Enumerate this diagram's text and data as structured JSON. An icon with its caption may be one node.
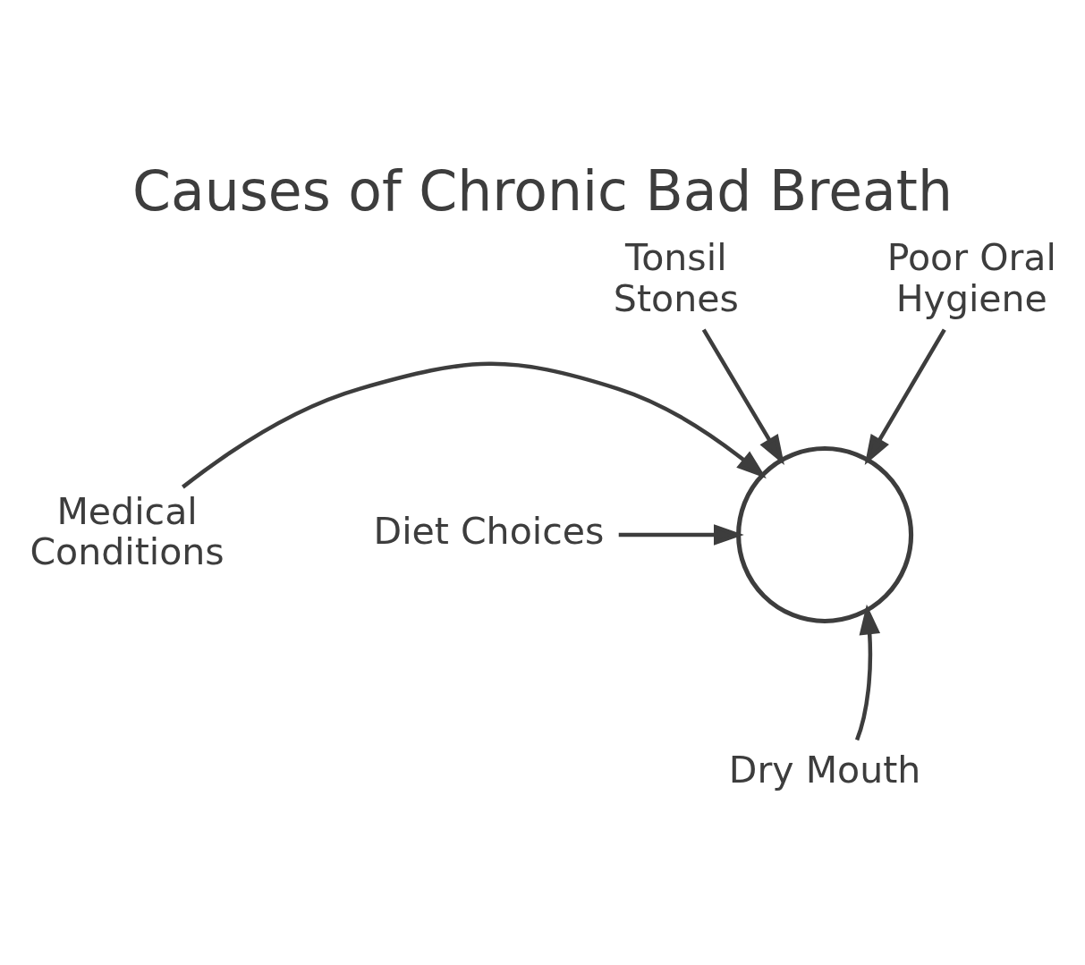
{
  "diagram": {
    "title": "Causes of Chronic Bad Breath",
    "nodes": [
      {
        "text": [
          "Tonsil Stones"
        ]
      },
      {
        "text": [
          "Poor Oral Hygiene"
        ]
      },
      {
        "text": [
          "Medical Conditions"
        ]
      },
      {
        "text": [],
        "shape": "picture"
      },
      {
        "text": [
          "Diet Choices"
        ]
      },
      {
        "text": [
          "Dry Mouth"
        ]
      }
    ],
    "edges": [
      {
        "from": 0,
        "to": 3,
        "arrow": "to"
      },
      {
        "from": 1,
        "to": 3,
        "arrow": "to"
      },
      {
        "from": 2,
        "to": 3,
        "arrow": "to"
      },
      {
        "from": 4,
        "to": 3,
        "arrow": "to"
      },
      {
        "from": 5,
        "to": 3,
        "arrow": "to"
      }
    ]
  }
}
